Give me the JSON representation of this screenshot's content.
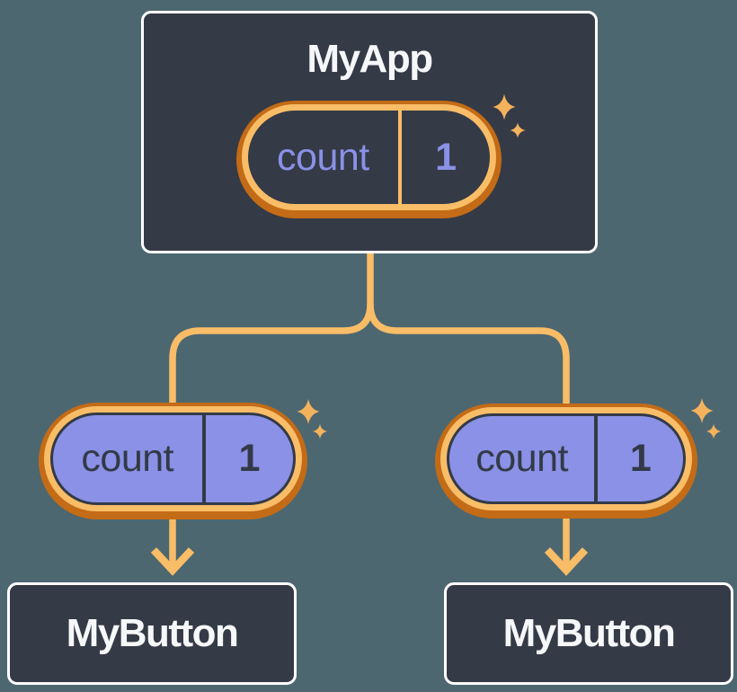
{
  "colors": {
    "background": "#4D6770",
    "node-fill": "#343A46",
    "node-border": "#FFFFFF",
    "orange-dark": "#C36B16",
    "orange-light": "#F9BD67",
    "purple": "#8A91E6",
    "ink-dark": "#333A47",
    "ink-light": "#F6F7F9",
    "sparkle": "#F5B25D"
  },
  "icons": {
    "sparkle": "✦",
    "arrow_down": "↓"
  },
  "diagram": {
    "root": {
      "title": "MyApp",
      "state": {
        "name": "count",
        "value": "1"
      }
    },
    "children": [
      {
        "title": "MyButton",
        "prop": {
          "name": "count",
          "value": "1"
        }
      },
      {
        "title": "MyButton",
        "prop": {
          "name": "count",
          "value": "1"
        }
      }
    ]
  }
}
